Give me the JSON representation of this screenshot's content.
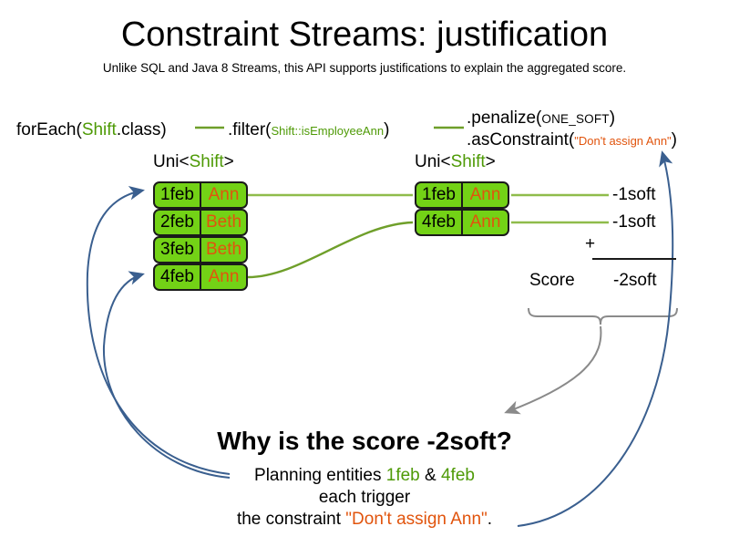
{
  "header": {
    "title": "Constraint Streams: justification",
    "subtitle": "Unlike SQL and Java 8 Streams, this API supports justifications to explain the aggregated score."
  },
  "pipeline": {
    "foreach": {
      "prefix": "forEach(",
      "type": "Shift",
      "suffix": ".class)"
    },
    "filter": {
      "prefix": ".filter(",
      "arg": "Shift::isEmployeeAnn",
      "suffix": ")"
    },
    "penalize": {
      "prefix": ".penalize(",
      "arg": "ONE_SOFT",
      "suffix": ")"
    },
    "as_constraint": {
      "prefix": ".asConstraint(",
      "arg": "\"Don't assign Ann\"",
      "suffix": ")"
    }
  },
  "streams": {
    "left": {
      "label_prefix": "Uni<",
      "label_type": "Shift",
      "label_suffix": ">",
      "rows": [
        {
          "date": "1feb",
          "employee": "Ann"
        },
        {
          "date": "2feb",
          "employee": "Beth"
        },
        {
          "date": "3feb",
          "employee": "Beth"
        },
        {
          "date": "4feb",
          "employee": "Ann"
        }
      ]
    },
    "right": {
      "label_prefix": "Uni<",
      "label_type": "Shift",
      "label_suffix": ">",
      "rows": [
        {
          "date": "1feb",
          "employee": "Ann",
          "score": "-1soft"
        },
        {
          "date": "4feb",
          "employee": "Ann",
          "score": "-1soft"
        }
      ]
    }
  },
  "sum": {
    "operator": "+",
    "score_label": "Score",
    "total": "-2soft"
  },
  "explanation": {
    "question": "Why is the score -2soft?",
    "line1_prefix": "Planning entities ",
    "line1_entity_a": "1feb",
    "line1_amp": " & ",
    "line1_entity_b": "4feb",
    "line2": "each trigger",
    "line3_prefix": "the constraint ",
    "line3_constraint": "\"Don't assign Ann\"",
    "line3_suffix": "."
  },
  "colors": {
    "chip_green": "#73d216",
    "line_green": "#8fbc4b",
    "code_green": "#4e9a06",
    "orange": "#e1540d",
    "blue_arrow": "#3a5f8f",
    "grey_arrow": "#888888",
    "chip_border": "#1a1a1a"
  }
}
